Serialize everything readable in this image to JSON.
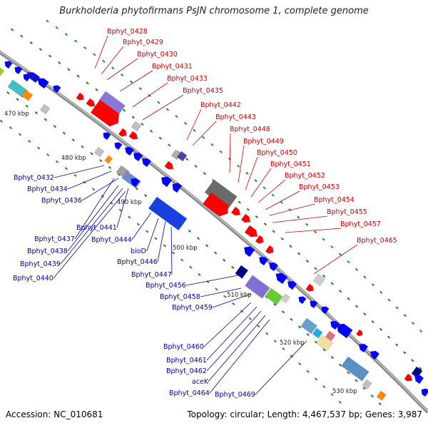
{
  "title": "Burkholderia phytofirmans PsJN chromosome 1, complete genome",
  "accession": "Accession: NC_010681",
  "summary": "Topology: circular; Length: 4,467,537 bp; Genes: 3,987",
  "colors": {
    "forward_label": "#cc0000",
    "reverse_label": "#0000aa",
    "backbone": "#888888",
    "tick_marks": "#008800"
  },
  "scale_labels": [
    "470 kbp",
    "480 kbp",
    "490 kbp",
    "500 kbp",
    "510 kbp",
    "520 kbp",
    "530 kbp"
  ],
  "forward_genes": [
    "Bphyt_0428",
    "Bphyt_0429",
    "Bphyt_0430",
    "Bphyt_0431",
    "Bphyt_0433",
    "Bphyt_0435",
    "Bphyt_0442",
    "Bphyt_0443",
    "Bphyt_0448",
    "Bphyt_0449",
    "Bphyt_0450",
    "Bphyt_0451",
    "Bphyt_0452",
    "Bphyt_0453",
    "Bphyt_0454",
    "Bphyt_0455",
    "Bphyt_0457",
    "Bphyt_0465"
  ],
  "reverse_genes": [
    "Bphyt_0432",
    "Bphyt_0434",
    "Bphyt_0436",
    "Bphyt_0441",
    "Bphyt_0437",
    "Bphyt_0444",
    "Bphyt_0438",
    "Bphyt_0439",
    "Bphyt_0440",
    "bioD",
    "Bphyt_0446",
    "Bphyt_0447",
    "Bphyt_0456",
    "Bphyt_0458",
    "Bphyt_0459",
    "Bphyt_0460",
    "Bphyt_0461",
    "Bphyt_0462",
    "aceK",
    "Bphyt_0464",
    "Bphyt_0469"
  ]
}
